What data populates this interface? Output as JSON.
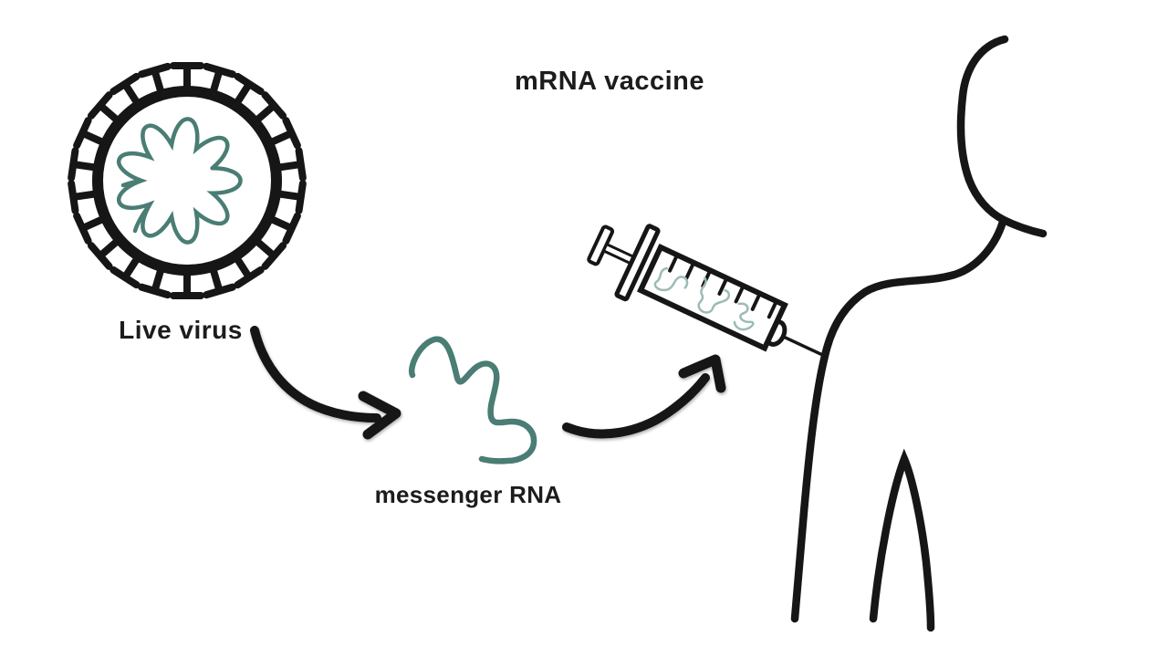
{
  "title": "mRNA vaccine",
  "labels": {
    "virus": "Live virus",
    "mrna": "messenger RNA"
  },
  "colors": {
    "line": "#161616",
    "rna_teal": "#4a7d74",
    "vaccine_teal": "#9dbbb6",
    "background": "#ffffff"
  },
  "icons": [
    "virus-icon",
    "rna-strand-icon",
    "syringe-icon",
    "person-icon",
    "curved-arrow-icon"
  ]
}
